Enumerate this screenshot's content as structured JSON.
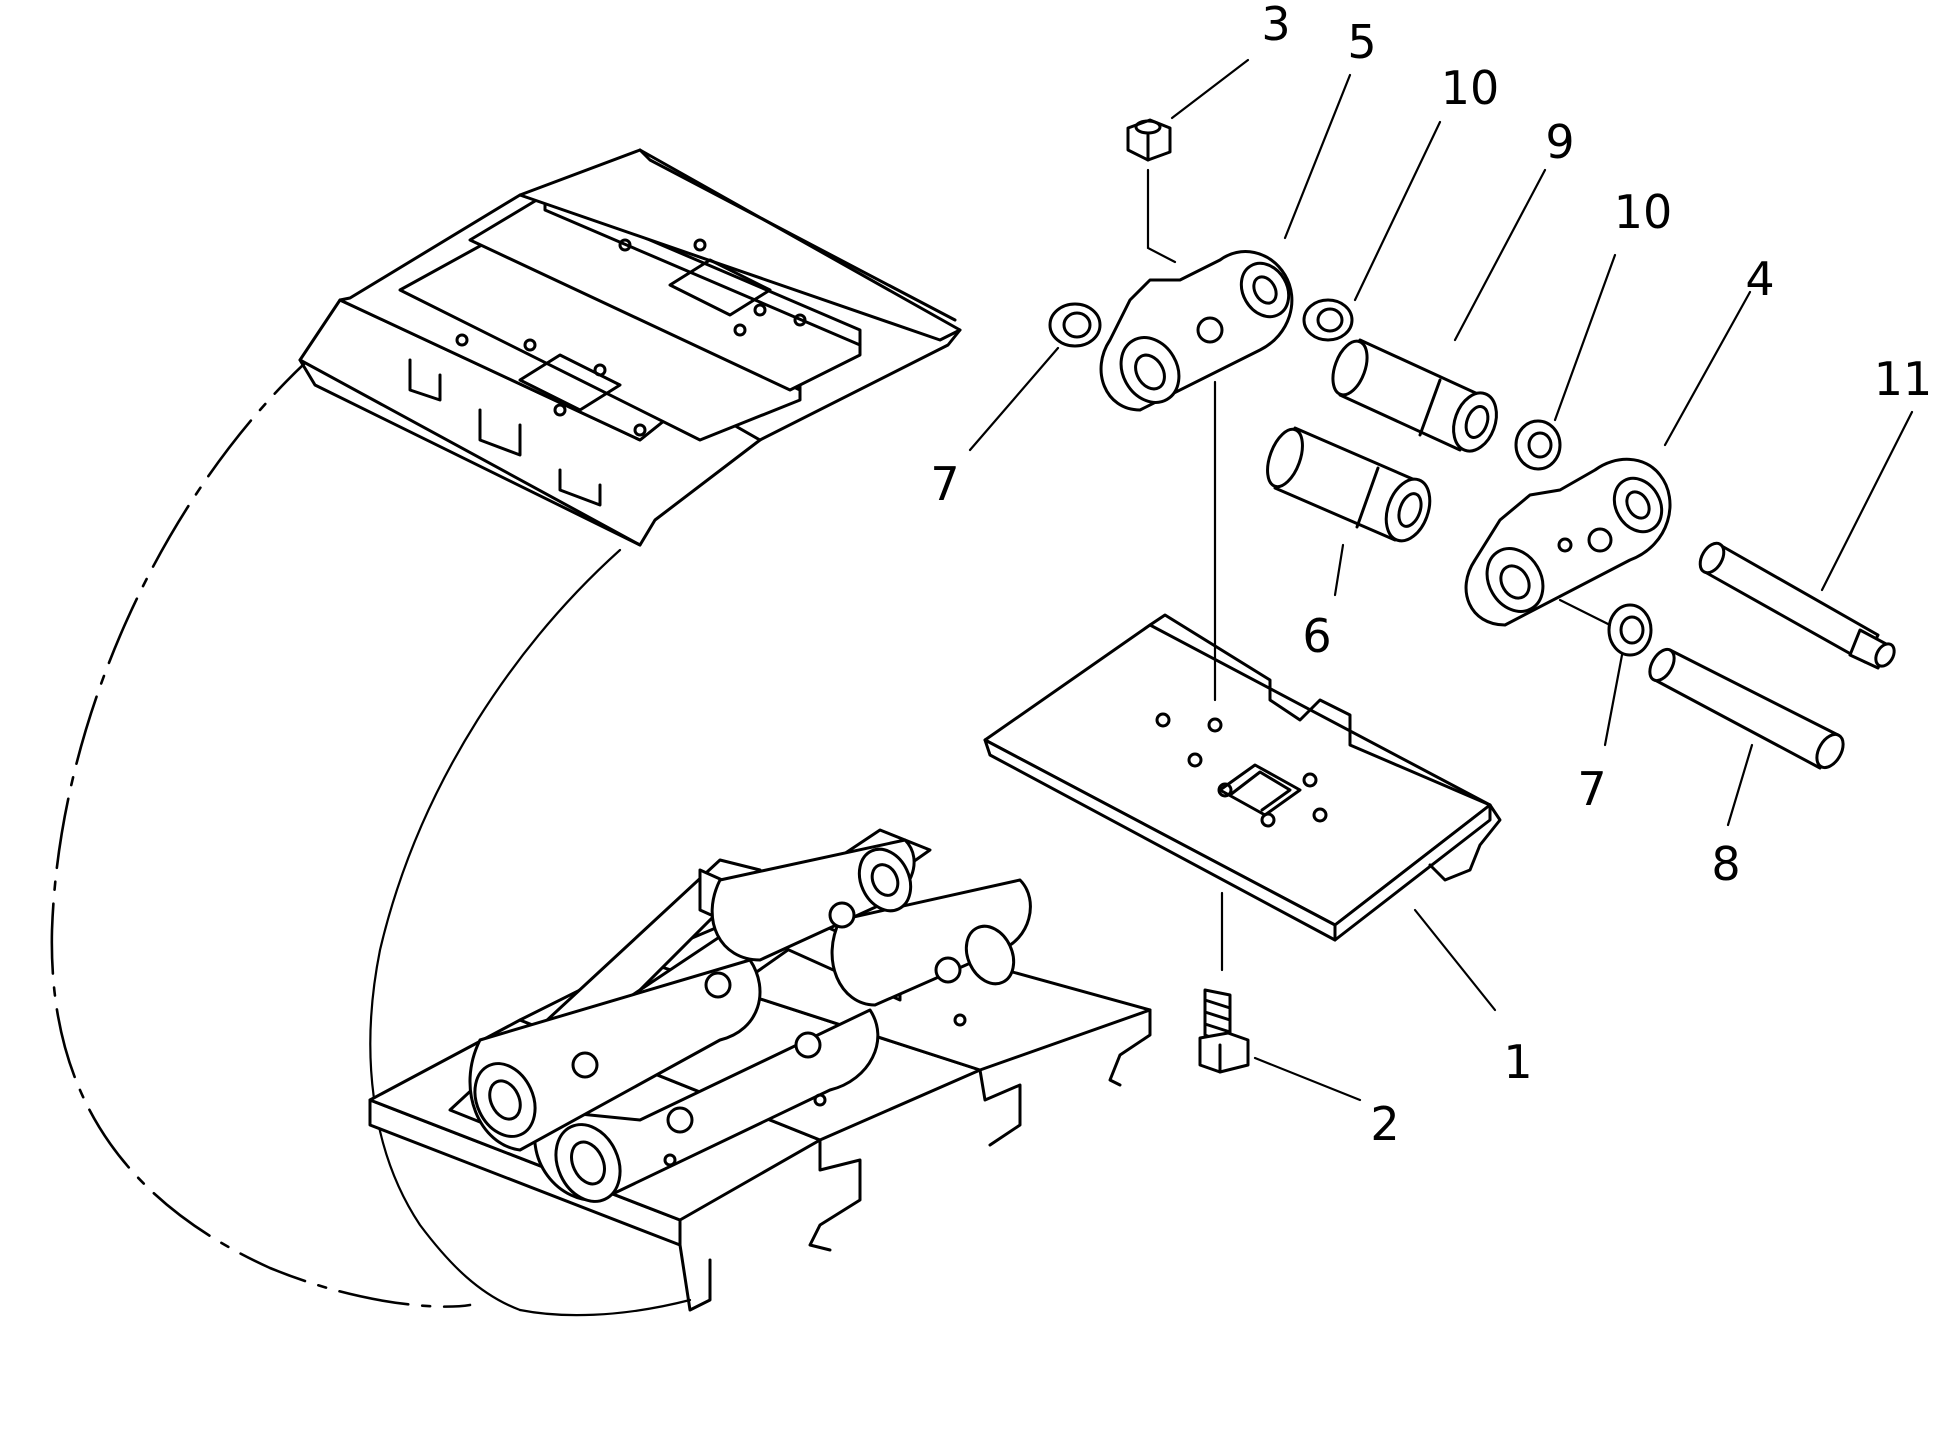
{
  "callouts": [
    {
      "id": "c3a",
      "label": "3"
    },
    {
      "id": "c5",
      "label": "5"
    },
    {
      "id": "c10a",
      "label": "10"
    },
    {
      "id": "c9",
      "label": "9"
    },
    {
      "id": "c10b",
      "label": "10"
    },
    {
      "id": "c4",
      "label": "4"
    },
    {
      "id": "c11",
      "label": "11"
    },
    {
      "id": "c7a",
      "label": "7"
    },
    {
      "id": "c6",
      "label": "6"
    },
    {
      "id": "c7b",
      "label": "7"
    },
    {
      "id": "c8",
      "label": "8"
    },
    {
      "id": "c1",
      "label": "1"
    },
    {
      "id": "c2",
      "label": "2"
    }
  ]
}
